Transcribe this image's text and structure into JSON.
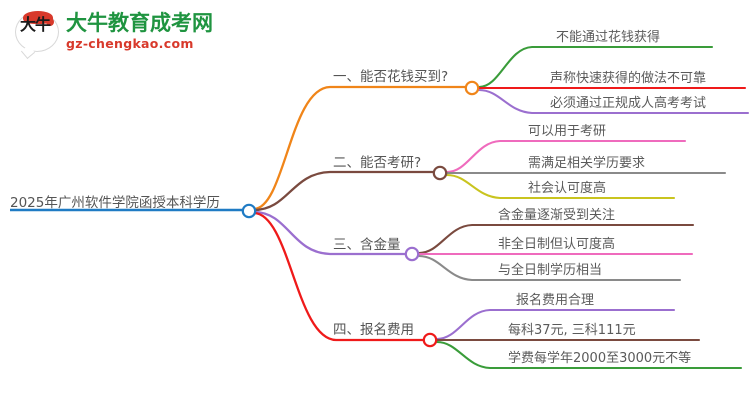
{
  "logo": {
    "mark_text": "大牛",
    "title": "大牛教育成考网",
    "subtitle": "gz-chengkao.com",
    "brand_green": "#1f9440",
    "brand_red": "#d8392b"
  },
  "mindmap": {
    "root": {
      "label": "2025年广州软件学院函授本科学历",
      "color": "#1f7bc4"
    },
    "branches": [
      {
        "label": "一、能否花钱买到?",
        "color": "#f08519",
        "children": [
          {
            "label": "不能通过花钱获得",
            "color": "#3a9c3a"
          },
          {
            "label": "声称快速获得的做法不可靠",
            "color": "#ef1a1a"
          },
          {
            "label": "必须通过正规成人高考考试",
            "color": "#9b6fcf"
          }
        ]
      },
      {
        "label": "二、能否考研?",
        "color": "#7a4a3f",
        "children": [
          {
            "label": "可以用于考研",
            "color": "#ef6bbd"
          },
          {
            "label": "需满足相关学历要求",
            "color": "#8a8a8a"
          },
          {
            "label": "社会认可度高",
            "color": "#c9c41f"
          }
        ]
      },
      {
        "label": "三、含金量",
        "color": "#9b6fcf",
        "children": [
          {
            "label": "含金量逐渐受到关注",
            "color": "#7a4a3f"
          },
          {
            "label": "非全日制但认可度高",
            "color": "#ef6bbd"
          },
          {
            "label": "与全日制学历相当",
            "color": "#8a8a8a"
          }
        ]
      },
      {
        "label": "四、报名费用",
        "color": "#ef1a1a",
        "children": [
          {
            "label": "报名费用合理",
            "color": "#9b6fcf"
          },
          {
            "label": "每科37元, 三科111元",
            "color": "#7a4a3f"
          },
          {
            "label": "学费每学年2000至3000元不等",
            "color": "#3a9c3a"
          }
        ]
      }
    ]
  }
}
